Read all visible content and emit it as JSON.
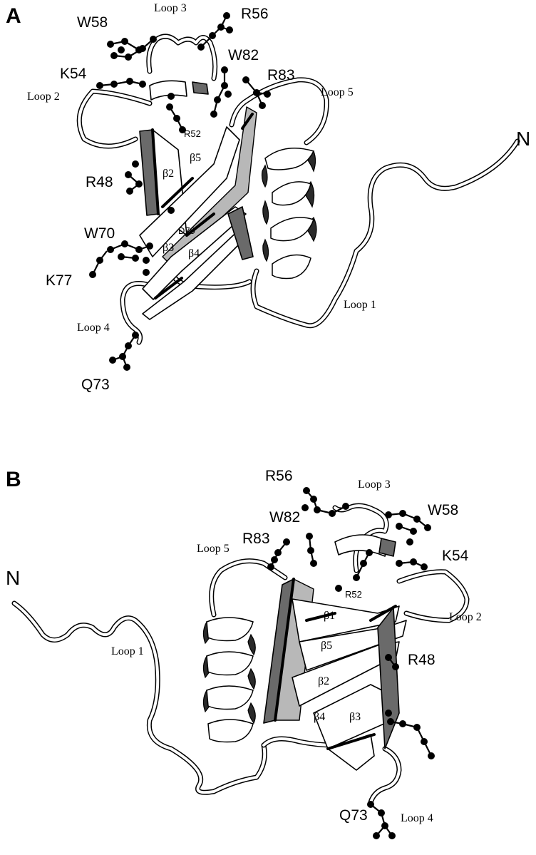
{
  "panel_a": {
    "letter": "A",
    "n_terminus": "N",
    "residues": {
      "w58": "W58",
      "r56": "R56",
      "k54": "K54",
      "w82": "W82",
      "r83": "R83",
      "r52": "R52",
      "r48": "R48",
      "w70": "W70",
      "k77": "K77",
      "q73": "Q73",
      "d79": "D79"
    },
    "loops": {
      "loop1": "Loop 1",
      "loop2": "Loop 2",
      "loop3": "Loop 3",
      "loop4": "Loop 4",
      "loop5": "Loop 5"
    },
    "strands": {
      "b2": "β2",
      "b3": "β3",
      "b4": "β4",
      "b5": "β5"
    }
  },
  "panel_b": {
    "letter": "B",
    "n_terminus": "N",
    "residues": {
      "r56": "R56",
      "w58": "W58",
      "w82": "W82",
      "r83": "R83",
      "k54": "K54",
      "r52": "R52",
      "r48": "R48",
      "q73": "Q73"
    },
    "loops": {
      "loop1": "Loop 1",
      "loop2": "Loop 2",
      "loop3": "Loop 3",
      "loop4": "Loop 4",
      "loop5": "Loop 5"
    },
    "strands": {
      "b1": "β1",
      "b2": "β2",
      "b3": "β3",
      "b4": "β4",
      "b5": "β5"
    }
  }
}
